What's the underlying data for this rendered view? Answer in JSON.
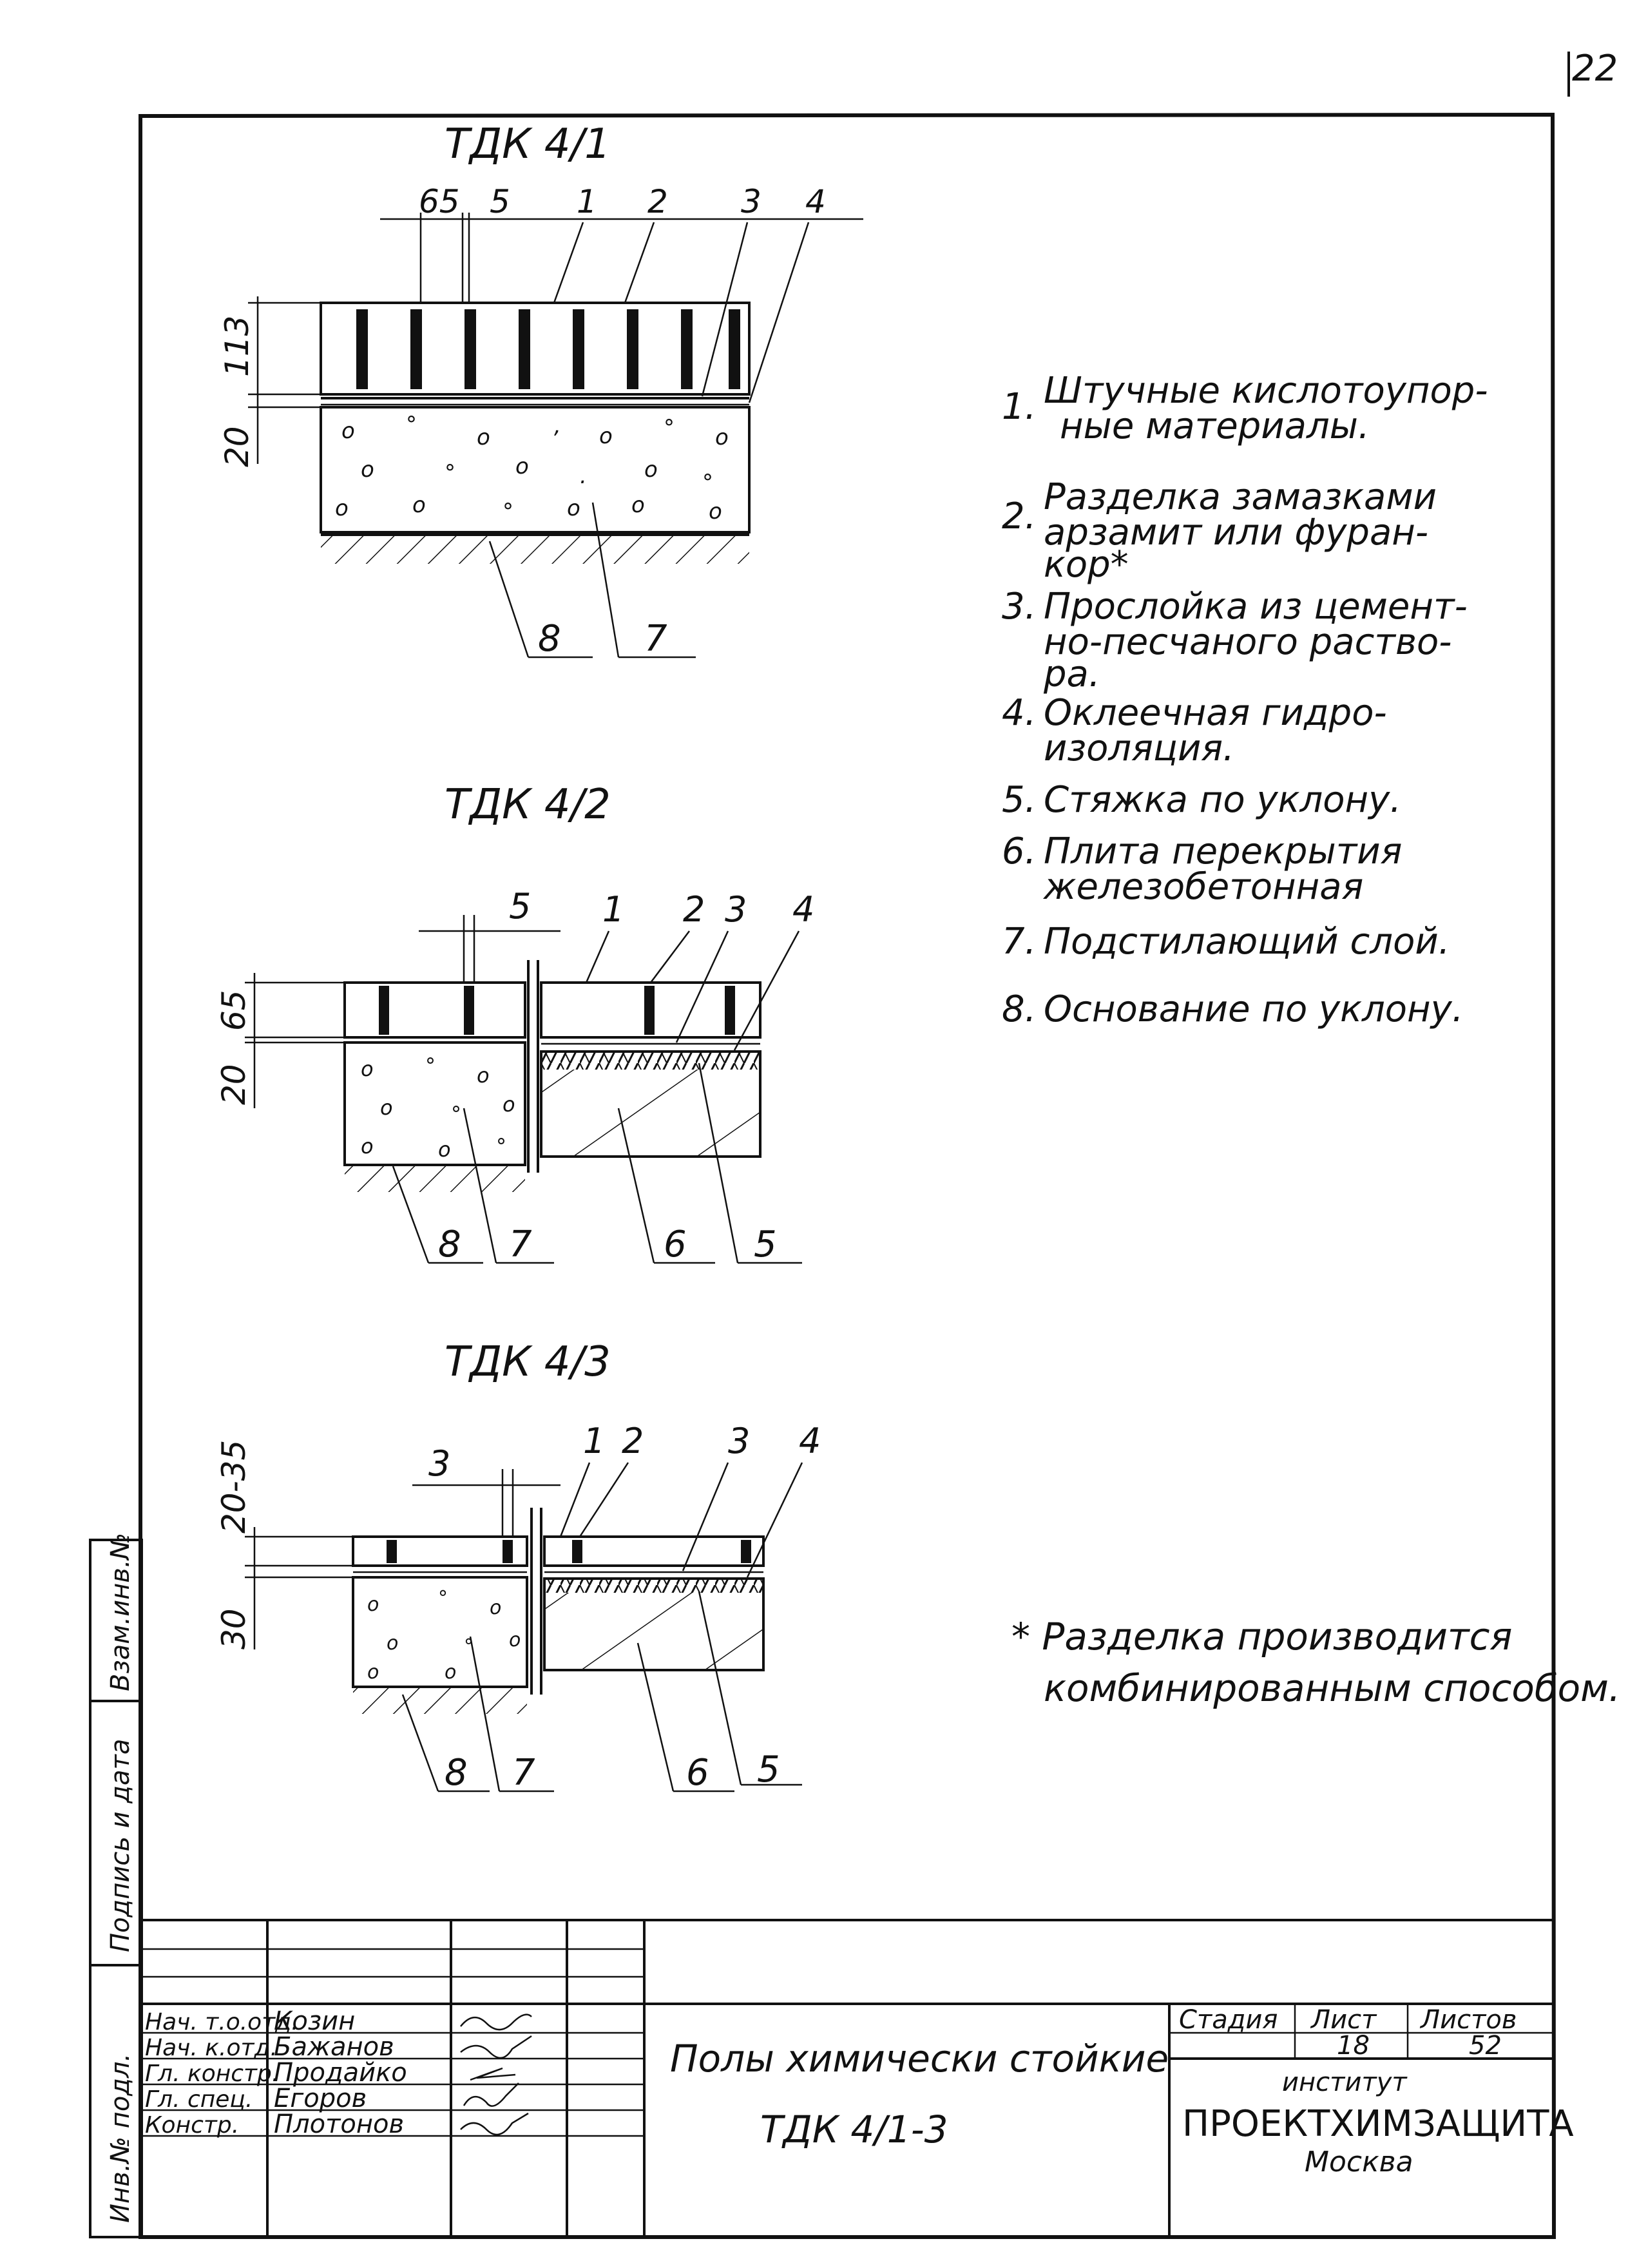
{
  "page": {
    "corner_mark": "22"
  },
  "details": [
    {
      "title": "ТДК 4/1",
      "dims_top": [
        "65",
        "5"
      ],
      "dims_side": [
        "113",
        "20"
      ],
      "leaders_top": [
        "1",
        "2",
        "3",
        "4"
      ],
      "leaders_bottom": [
        "8",
        "7"
      ]
    },
    {
      "title": "ТДК 4/2",
      "dims_top": [
        "5"
      ],
      "dims_side": [
        "65",
        "20"
      ],
      "leaders_top": [
        "1",
        "2",
        "3",
        "4"
      ],
      "leaders_bottom": [
        "8",
        "7",
        "6",
        "5"
      ]
    },
    {
      "title": "ТДК 4/3",
      "dims_top": [
        "3"
      ],
      "dims_side": [
        "20-35",
        "30"
      ],
      "leaders_top": [
        "1",
        "2",
        "3",
        "4"
      ],
      "leaders_bottom": [
        "8",
        "7",
        "6",
        "5"
      ]
    }
  ],
  "legend": [
    {
      "num": "1.",
      "lines": [
        "Штучные кислотоупор-",
        "ные материалы."
      ]
    },
    {
      "num": "2.",
      "lines": [
        "Разделка замазками",
        "арзамит или фуран-",
        "кор*"
      ]
    },
    {
      "num": "3.",
      "lines": [
        "Прослойка из цемент-",
        "но-песчаного раство-",
        "ра."
      ]
    },
    {
      "num": "4.",
      "lines": [
        "Оклеечная гидро-",
        "изоляция."
      ]
    },
    {
      "num": "5.",
      "lines": [
        "Стяжка по уклону."
      ]
    },
    {
      "num": "6.",
      "lines": [
        "Плита перекрытия",
        "железобетонная"
      ]
    },
    {
      "num": "7.",
      "lines": [
        "Подстилающий слой."
      ]
    },
    {
      "num": "8.",
      "lines": [
        "Основание по уклону."
      ]
    }
  ],
  "footnote": {
    "lines": [
      "* Разделка производится",
      "комбинированным способом."
    ]
  },
  "side_stamp": {
    "cells": [
      "Взам.инв.№",
      "Подпись и дата",
      "Инв.№ подл."
    ]
  },
  "title_block": {
    "roles": [
      "Нач. т.о.отд.",
      "Нач. к.отд.",
      "Гл. констр.",
      "Гл. спец.",
      "Констр."
    ],
    "names": [
      "Козин",
      "Бажанов",
      "Продайко",
      "Егоров",
      "Плотонов"
    ],
    "title_line1": "Полы химически стойкие",
    "title_line2": "ТДК 4/1-3",
    "stage_label": "Стадия",
    "sheet_label": "Лист",
    "sheets_label": "Листов",
    "stage_value": "",
    "sheet_value": "18",
    "sheets_value": "52",
    "org_line1": "институт",
    "org_line2": "ПРОЕКТХИМЗАЩИТА",
    "org_line3": "Москва"
  }
}
